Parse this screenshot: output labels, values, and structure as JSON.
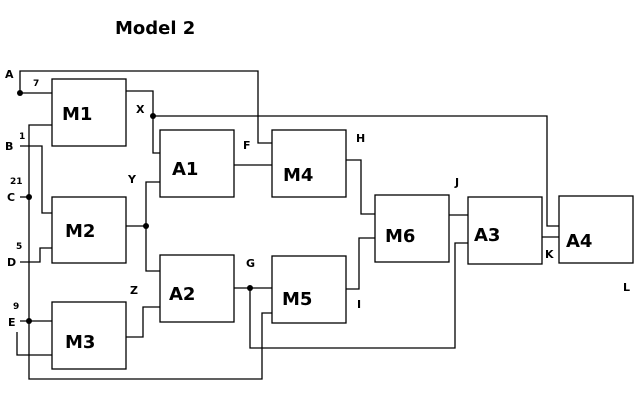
{
  "title": "Model 2",
  "inputs": [
    {
      "label": "A",
      "value": "7"
    },
    {
      "label": "B",
      "value": "1"
    },
    {
      "label": "C",
      "value": "21"
    },
    {
      "label": "D",
      "value": "5"
    },
    {
      "label": "E",
      "value": "9"
    }
  ],
  "blocks": {
    "M1": "M1",
    "M2": "M2",
    "M3": "M3",
    "A1": "A1",
    "A2": "A2",
    "M4": "M4",
    "M5": "M5",
    "M6": "M6",
    "A3": "A3",
    "A4": "A4"
  },
  "signals": {
    "X": "X",
    "Y": "Y",
    "Z": "Z",
    "F": "F",
    "G": "G",
    "H": "H",
    "I": "I",
    "J": "J",
    "K": "K",
    "L": "L"
  }
}
